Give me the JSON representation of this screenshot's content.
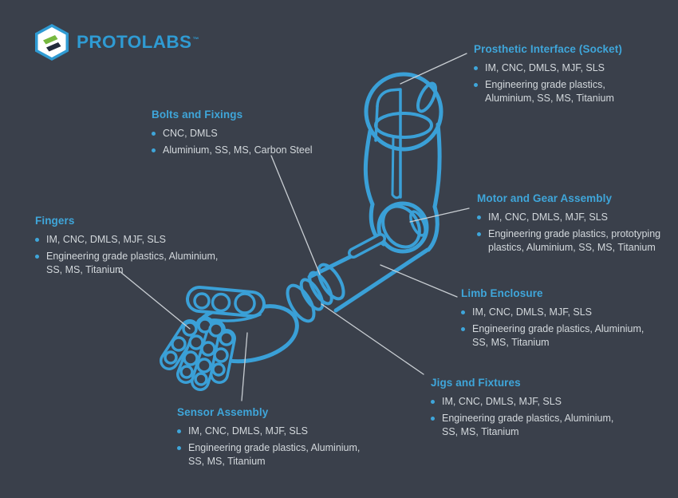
{
  "logo": {
    "brand": "PROTOLABS",
    "trademark": "™",
    "icon": "hexagon-logo"
  },
  "colors": {
    "background": "#3A404B",
    "artwork_blue": "#3AA0D7",
    "heading_cyan": "#3FA6DA",
    "body_text": "#D3D8DC",
    "leader_line": "#C9CED3",
    "logo_blue": "#2F9BD3",
    "logo_green": "#76B83F",
    "logo_dark": "#222B3C"
  },
  "illustration": "prosthetic-arm-line-drawing",
  "callouts": [
    {
      "id": "socket",
      "title": "Prosthetic Interface (Socket)",
      "bullets": [
        "IM, CNC, DMLS, MJF, SLS",
        "Engineering grade plastics, Aluminium, SS, MS, Titanium"
      ]
    },
    {
      "id": "bolts",
      "title": "Bolts and Fixings",
      "bullets": [
        "CNC, DMLS",
        "Aluminium, SS, MS, Carbon Steel"
      ]
    },
    {
      "id": "motor",
      "title": "Motor and Gear Assembly",
      "bullets": [
        "IM, CNC, DMLS, MJF, SLS",
        "Engineering grade plastics, prototyping plastics, Aluminium, SS, MS, Titanium"
      ]
    },
    {
      "id": "fingers",
      "title": "Fingers",
      "bullets": [
        "IM, CNC, DMLS, MJF, SLS",
        "Engineering grade plastics, Aluminium, SS, MS, Titanium"
      ]
    },
    {
      "id": "limb",
      "title": "Limb Enclosure",
      "bullets": [
        "IM, CNC, DMLS, MJF, SLS",
        "Engineering grade plastics, Aluminium, SS, MS, Titanium"
      ]
    },
    {
      "id": "jigs",
      "title": "Jigs and Fixtures",
      "bullets": [
        "IM, CNC, DMLS, MJF, SLS",
        "Engineering grade plastics, Aluminium, SS, MS, Titanium"
      ]
    },
    {
      "id": "sensor",
      "title": "Sensor Assembly",
      "bullets": [
        "IM, CNC, DMLS, MJF, SLS",
        "Engineering grade plastics, Aluminium, SS, MS, Titanium"
      ]
    }
  ]
}
